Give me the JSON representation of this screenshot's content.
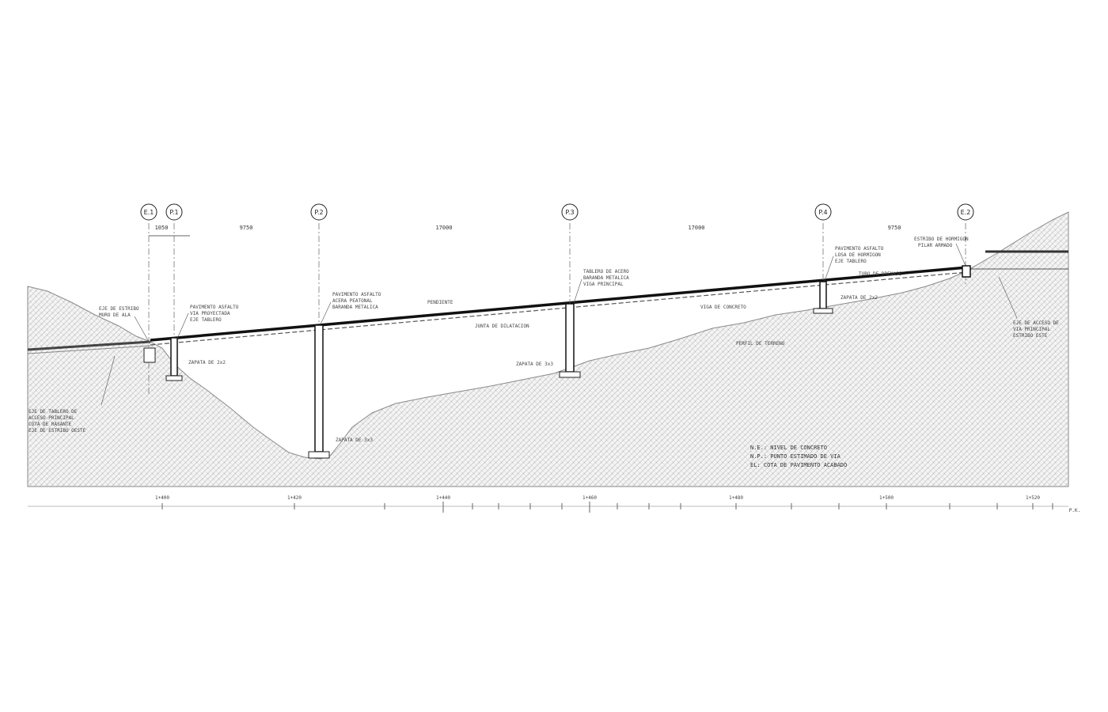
{
  "drawing": {
    "axes": [
      {
        "id": "e1",
        "tag": "E.1"
      },
      {
        "id": "p1",
        "tag": "P.1"
      },
      {
        "id": "p2",
        "tag": "P.2"
      },
      {
        "id": "p3",
        "tag": "P.3"
      },
      {
        "id": "p4",
        "tag": "P.4"
      },
      {
        "id": "e2",
        "tag": "E.2"
      }
    ],
    "spans": [
      "1050",
      "9750",
      "17000",
      "17000",
      "9750"
    ],
    "pier_notes": {
      "p1_top": [
        "PAVIMENTO ASFALTO",
        "VIA PROYECTADA",
        "EJE TABLERO"
      ],
      "p1_base": "ZAPATA DE 2x2",
      "p2_top": [
        "PAVIMENTO ASFALTO",
        "ACERA PEATONAL",
        "BARANDA METALICA"
      ],
      "p2_base": "ZAPATA DE 3x3",
      "p3_top": [
        "TABLERO DE ACERO",
        "BARANDA METALICA",
        "VIGA PRINCIPAL"
      ],
      "p3_base": "ZAPATA DE 3x3",
      "p4_top": [
        "PAVIMENTO ASFALTO",
        "LOSA DE HORMIGON",
        "EJE TABLERO"
      ],
      "p4_base": "ZAPATA DE 2x2",
      "e2_top": [
        "ESTRIBO DE HORMIGON",
        "PILAR ARMADO"
      ]
    },
    "left_note": [
      "EJE DE ESTRIBO",
      "MURO DE ALA"
    ],
    "left_bottom_note": [
      "EJE DE TABLERO DE",
      "ACCESO PRINCIPAL",
      "COTA DE RASANTE",
      "EJE DE ESTRIBO OESTE"
    ],
    "right_note": [
      "EJE DE ACCESO DE",
      "VIA PRINCIPAL",
      "ESTRIBO ESTE"
    ],
    "deck_notes": [
      "PENDIENTE",
      "JUNTA DE DILATACION",
      "PERFIL DE TERRENO",
      "VIGA DE CONCRETO",
      "TUBO DE DRENAJE"
    ],
    "legend": [
      "N.E.: NIVEL DE CONCRETO",
      "N.P.: PUNTO ESTIMADO DE VIA",
      "EL: COTA DE PAVIMENTO ACABADO"
    ],
    "stations": [
      "1+400",
      "1+420",
      "1+440",
      "1+460",
      "1+480",
      "1+500",
      "1+520"
    ],
    "scale_end": "P.K."
  }
}
